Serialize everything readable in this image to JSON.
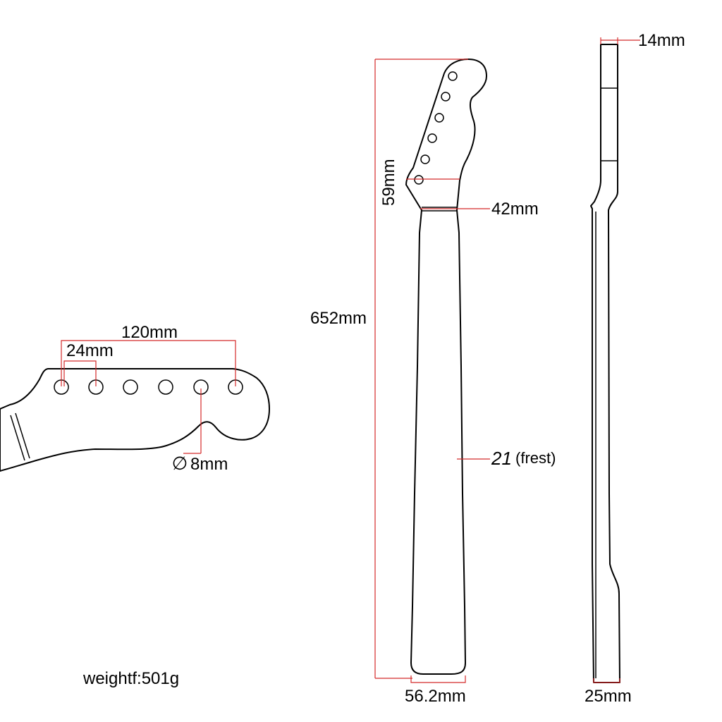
{
  "headstock_view": {
    "spacing_total": "120mm",
    "spacing_single": "24mm",
    "hole_diameter_symbol": "∅",
    "hole_diameter": "8mm"
  },
  "front_view": {
    "headstock_length": "59mm",
    "overall_length": "652mm",
    "nut_width": "42mm",
    "fret_count": "21",
    "fret_suffix": "(frest)",
    "heel_width": "56.2mm"
  },
  "side_view": {
    "headstock_thickness": "14mm",
    "heel_thickness": "25mm"
  },
  "weight": "weightf:501g",
  "colors": {
    "outline": "#000000",
    "dimension_line": "#d42a2a",
    "background": "#ffffff"
  }
}
